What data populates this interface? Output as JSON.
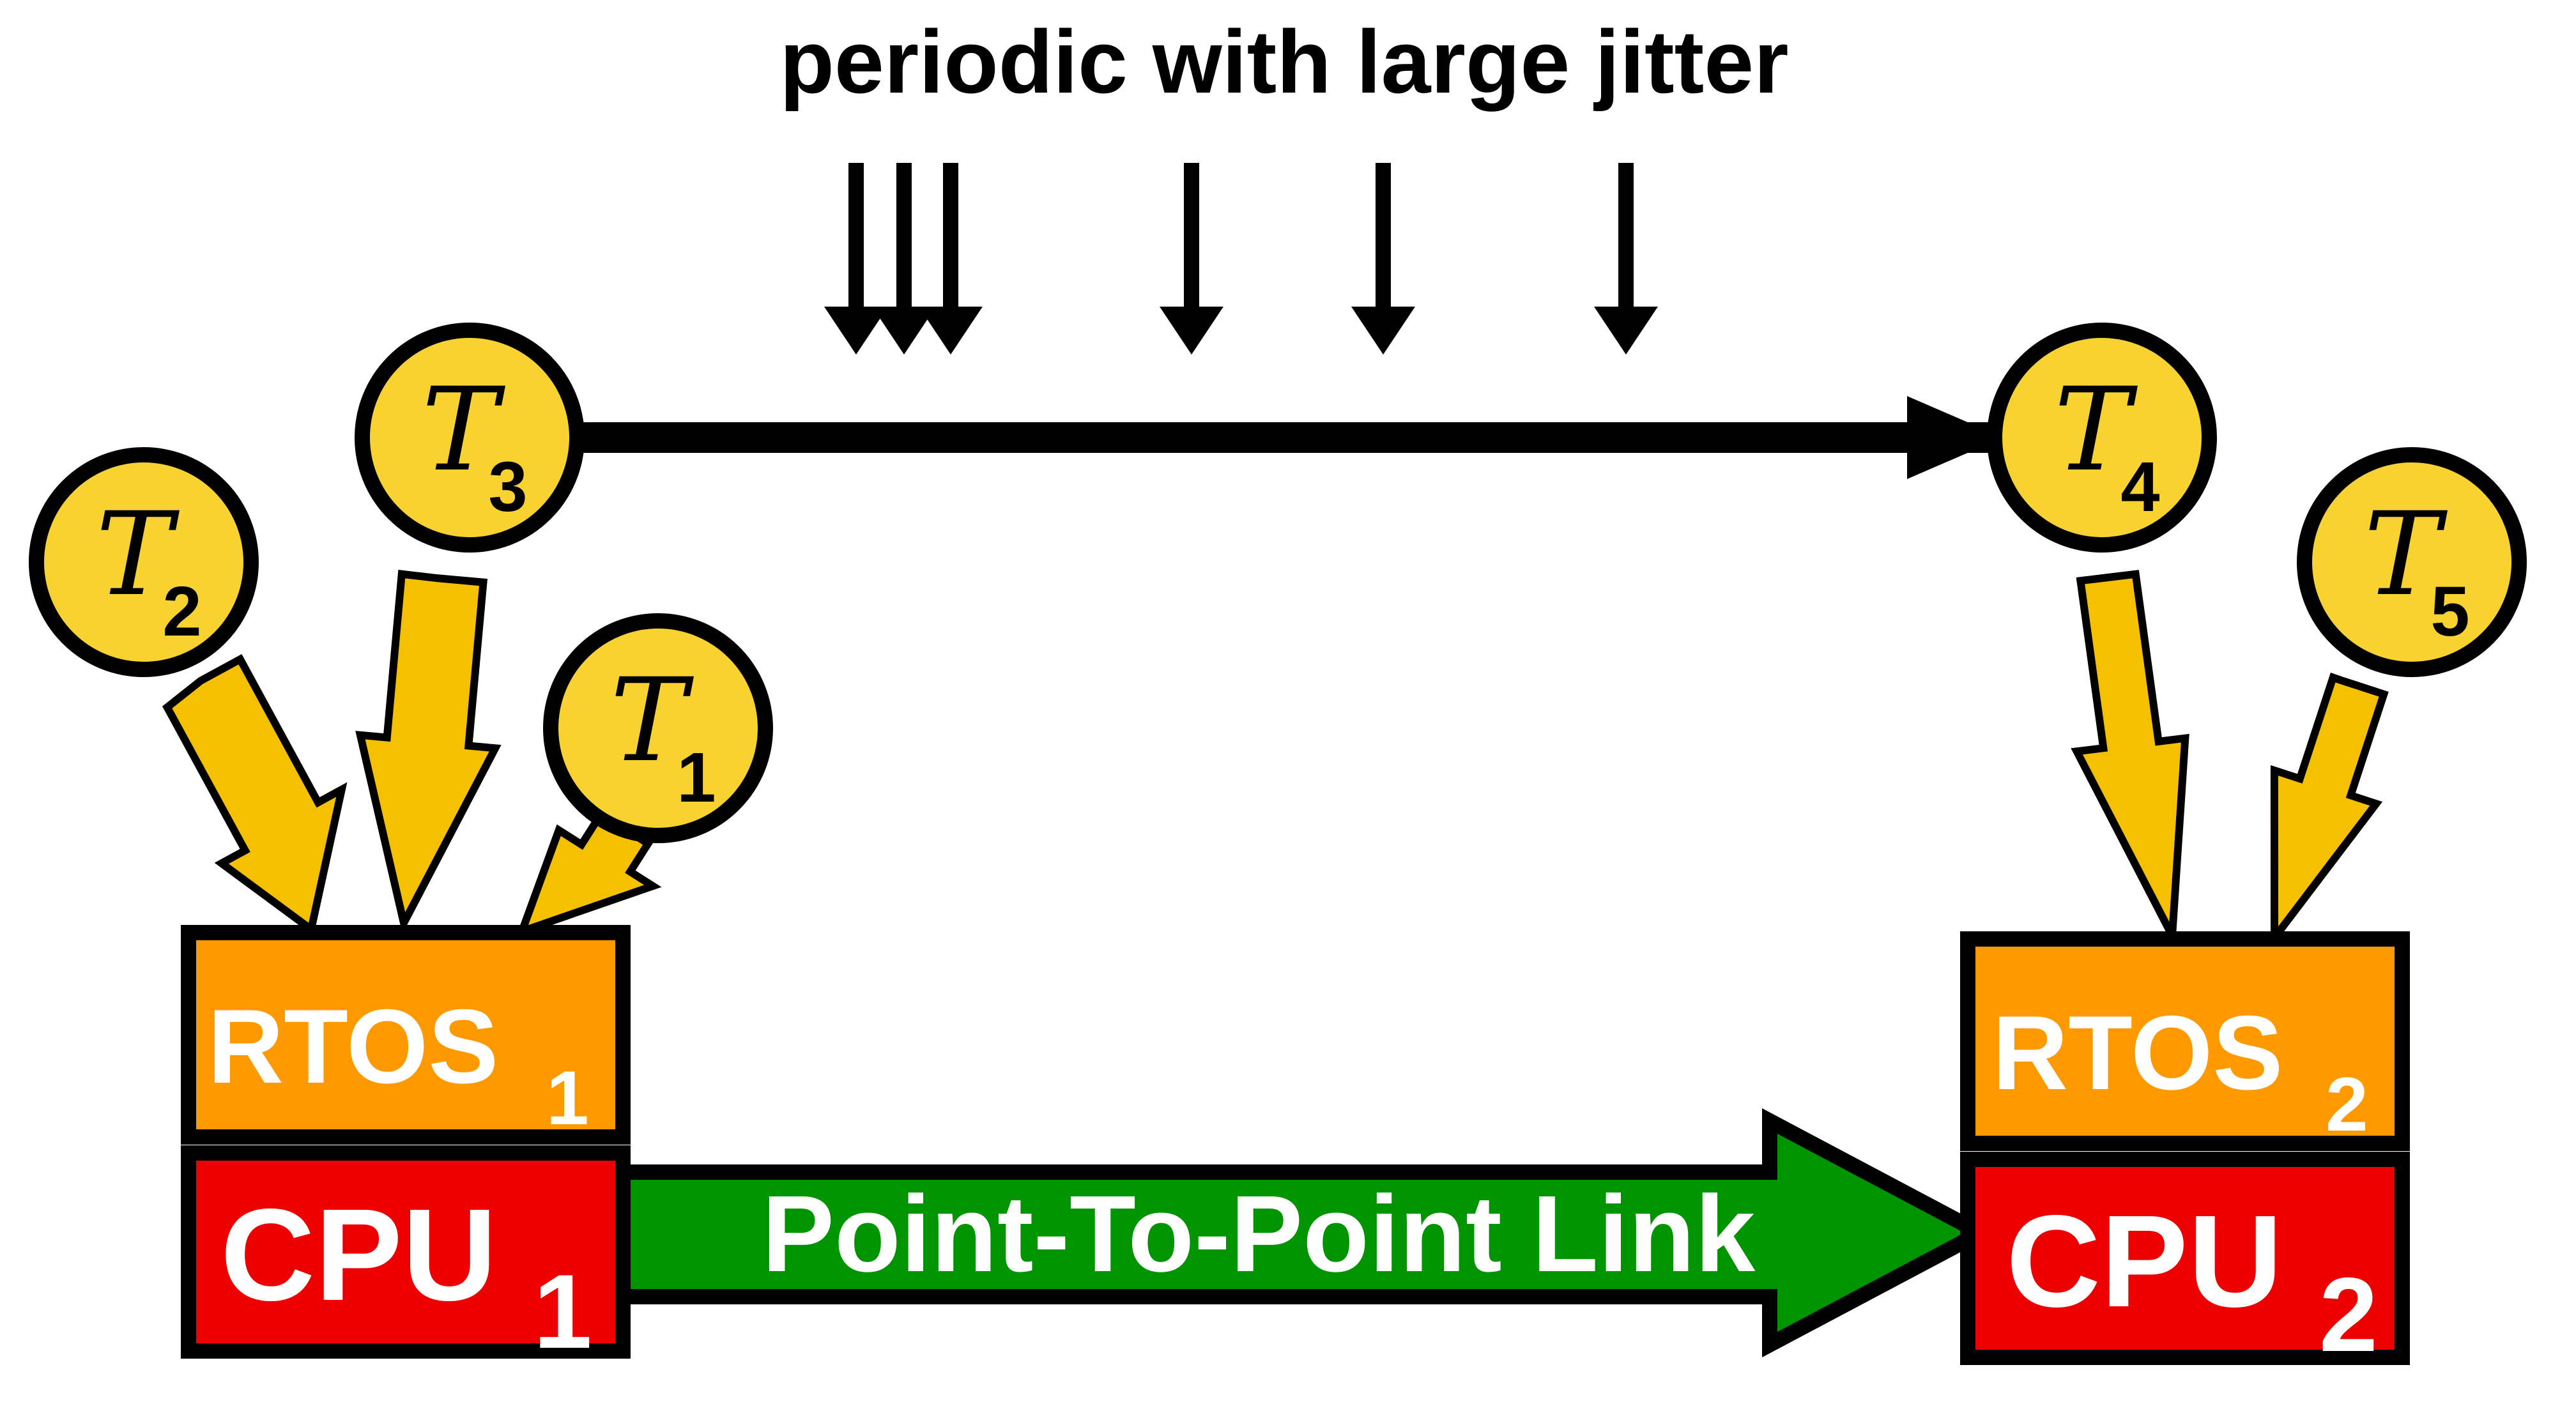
{
  "caption": "periodic with large jitter",
  "colors": {
    "task_fill": "#F7D230",
    "task_arrow": "#F5C000",
    "rtos_fill": "#FF9900",
    "cpu_fill": "#EE0000",
    "link_fill": "#009400",
    "stroke": "#000000",
    "label_on_box": "#FFFFFF"
  },
  "tasks": [
    {
      "symbol": "T",
      "sub": "1"
    },
    {
      "symbol": "T",
      "sub": "2"
    },
    {
      "symbol": "T",
      "sub": "3"
    },
    {
      "symbol": "T",
      "sub": "4"
    },
    {
      "symbol": "T",
      "sub": "5"
    }
  ],
  "nodes": [
    {
      "rtos": {
        "label": "RTOS",
        "sub": "1"
      },
      "cpu": {
        "label": "CPU",
        "sub": "1"
      }
    },
    {
      "rtos": {
        "label": "RTOS",
        "sub": "2"
      },
      "cpu": {
        "label": "CPU",
        "sub": "2"
      }
    }
  ],
  "link": {
    "label": "Point-To-Point Link"
  },
  "event_arrow_icon": "down-arrow-icon"
}
